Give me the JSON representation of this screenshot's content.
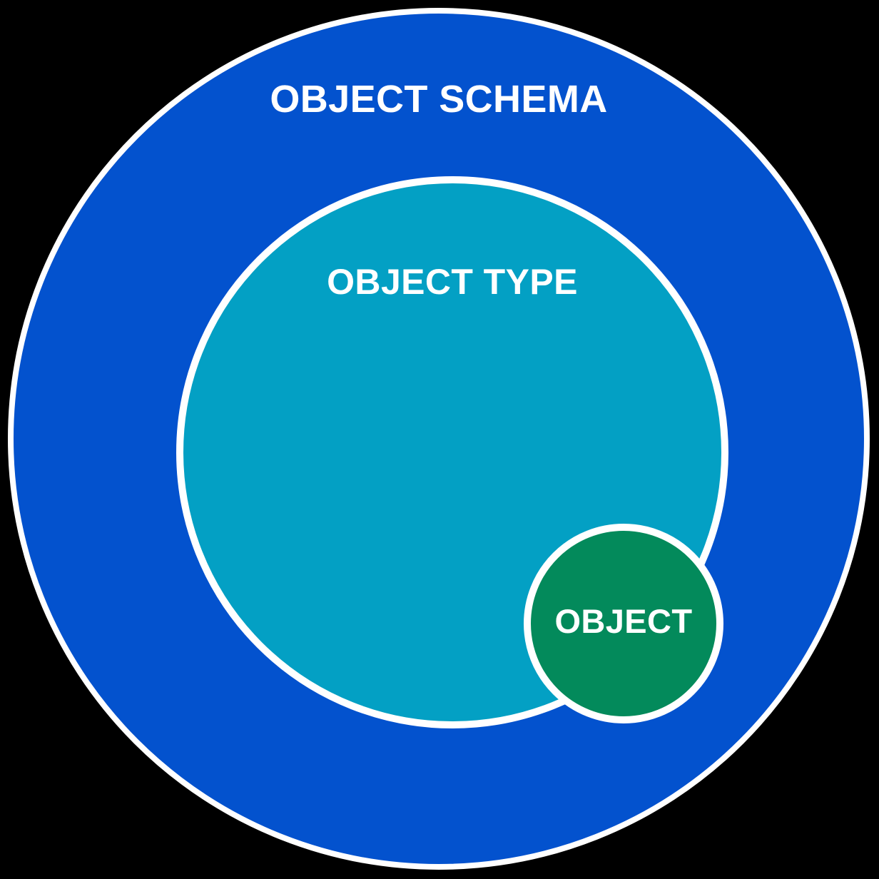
{
  "diagram": {
    "type": "concentric-circles",
    "background_color": "#000000",
    "stroke_color": "#FFFFFF",
    "rings": [
      {
        "id": "schema",
        "label": "OBJECT SCHEMA",
        "color": "#0352CE",
        "level": 1
      },
      {
        "id": "type",
        "label": "OBJECT TYPE",
        "color": "#03A0C4",
        "level": 2
      },
      {
        "id": "object",
        "label": "OBJECT",
        "color": "#038A5B",
        "level": 3
      }
    ]
  }
}
